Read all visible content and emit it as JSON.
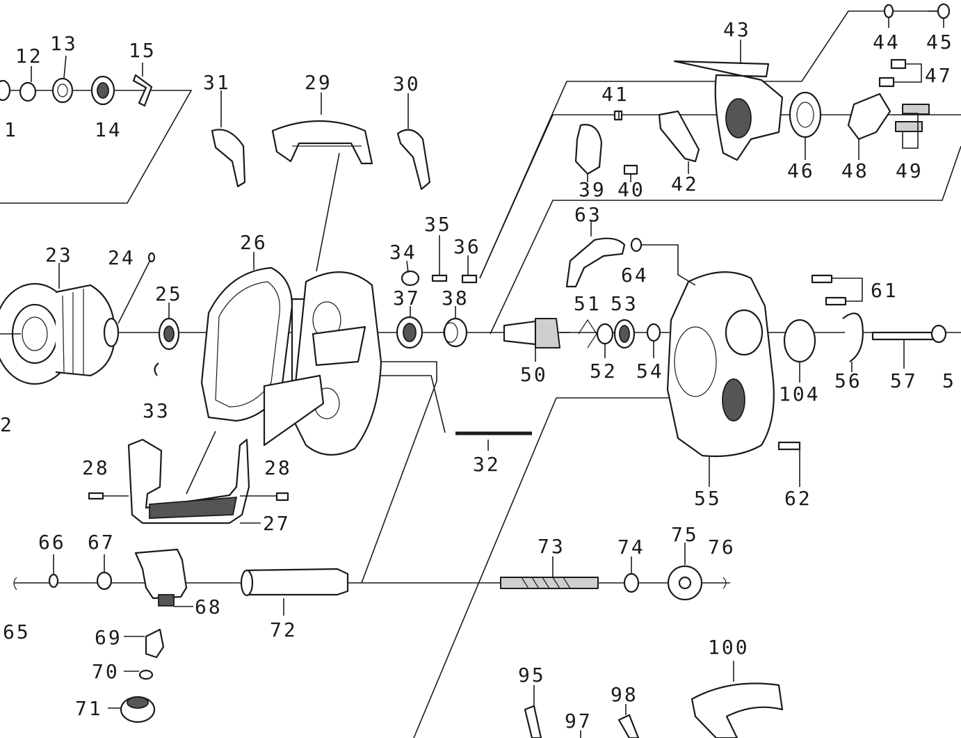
{
  "labels": {
    "p1": "1",
    "p2": "2",
    "p12": "12",
    "p13": "13",
    "p14": "14",
    "p15": "15",
    "p23": "23",
    "p24": "24",
    "p25": "25",
    "p26": "26",
    "p27": "27",
    "p28a": "28",
    "p28b": "28",
    "p29": "29",
    "p30": "30",
    "p31": "31",
    "p32": "32",
    "p33": "33",
    "p34": "34",
    "p35": "35",
    "p36": "36",
    "p37": "37",
    "p38": "38",
    "p39": "39",
    "p40": "40",
    "p41": "41",
    "p42": "42",
    "p43": "43",
    "p44": "44",
    "p45": "45",
    "p46": "46",
    "p47": "47",
    "p48": "48",
    "p49": "49",
    "p50": "50",
    "p51": "51",
    "p52": "52",
    "p53": "53",
    "p54": "54",
    "p55": "55",
    "p56": "56",
    "p57": "57",
    "p58": "5",
    "p61": "61",
    "p62": "62",
    "p63": "63",
    "p64": "64",
    "p65": "65",
    "p66": "66",
    "p67": "67",
    "p68": "68",
    "p69": "69",
    "p70": "70",
    "p71": "71",
    "p72": "72",
    "p73": "73",
    "p74": "74",
    "p75": "75",
    "p76": "76",
    "p95": "95",
    "p97": "97",
    "p98": "98",
    "p100": "100",
    "p104": "104"
  }
}
